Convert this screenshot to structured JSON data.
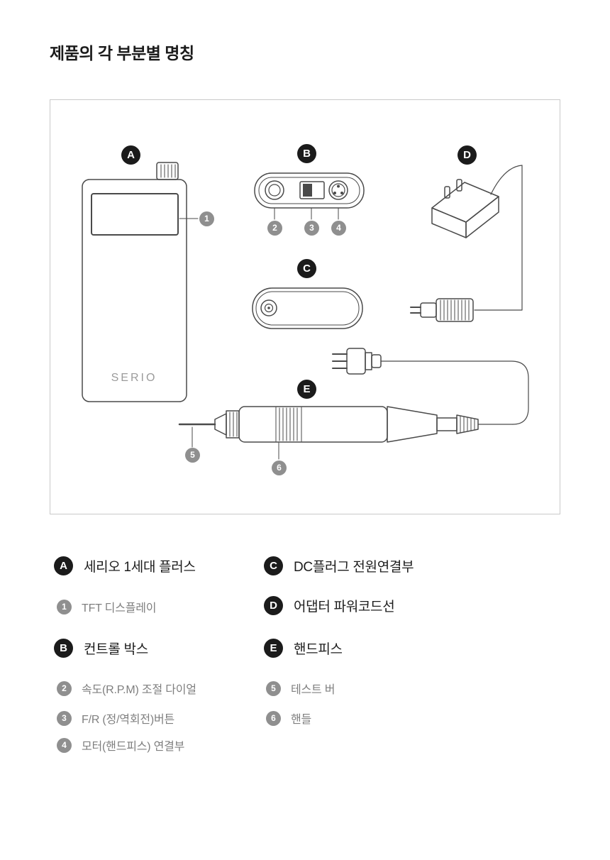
{
  "page": {
    "title": "제품의 각 부분별 명칭"
  },
  "diagram": {
    "device_label": "SERIO",
    "badges": {
      "A": "A",
      "B": "B",
      "C": "C",
      "D": "D",
      "E": "E",
      "n1": "1",
      "n2": "2",
      "n3": "3",
      "n4": "4",
      "n5": "5",
      "n6": "6"
    }
  },
  "legend": {
    "left": [
      {
        "badge": "A",
        "type": "letter",
        "label": "세리오 1세대 플러스"
      },
      {
        "badge": "1",
        "type": "number",
        "label": "TFT 디스플레이"
      },
      {
        "badge": "B",
        "type": "letter",
        "label": "컨트롤 박스"
      },
      {
        "badge": "2",
        "type": "number",
        "label": "속도(R.P.M) 조절 다이얼"
      },
      {
        "badge": "3",
        "type": "number",
        "label": "F/R (정/역회전)버튼"
      },
      {
        "badge": "4",
        "type": "number",
        "label": "모터(핸드피스) 연결부"
      }
    ],
    "right": [
      {
        "badge": "C",
        "type": "letter",
        "label": "DC플러그 전원연결부"
      },
      {
        "badge": "D",
        "type": "letter",
        "label": "어댑터 파워코드선"
      },
      {
        "badge": "E",
        "type": "letter",
        "label": "핸드피스"
      },
      {
        "badge": "5",
        "type": "number",
        "label": "테스트 버"
      },
      {
        "badge": "6",
        "type": "number",
        "label": "핸들"
      }
    ]
  },
  "colors": {
    "line_art": "#4a4a4a",
    "badge_letter": "#1b1b1b",
    "badge_number": "#8f8f8f",
    "box_border": "#c9c9c9"
  }
}
